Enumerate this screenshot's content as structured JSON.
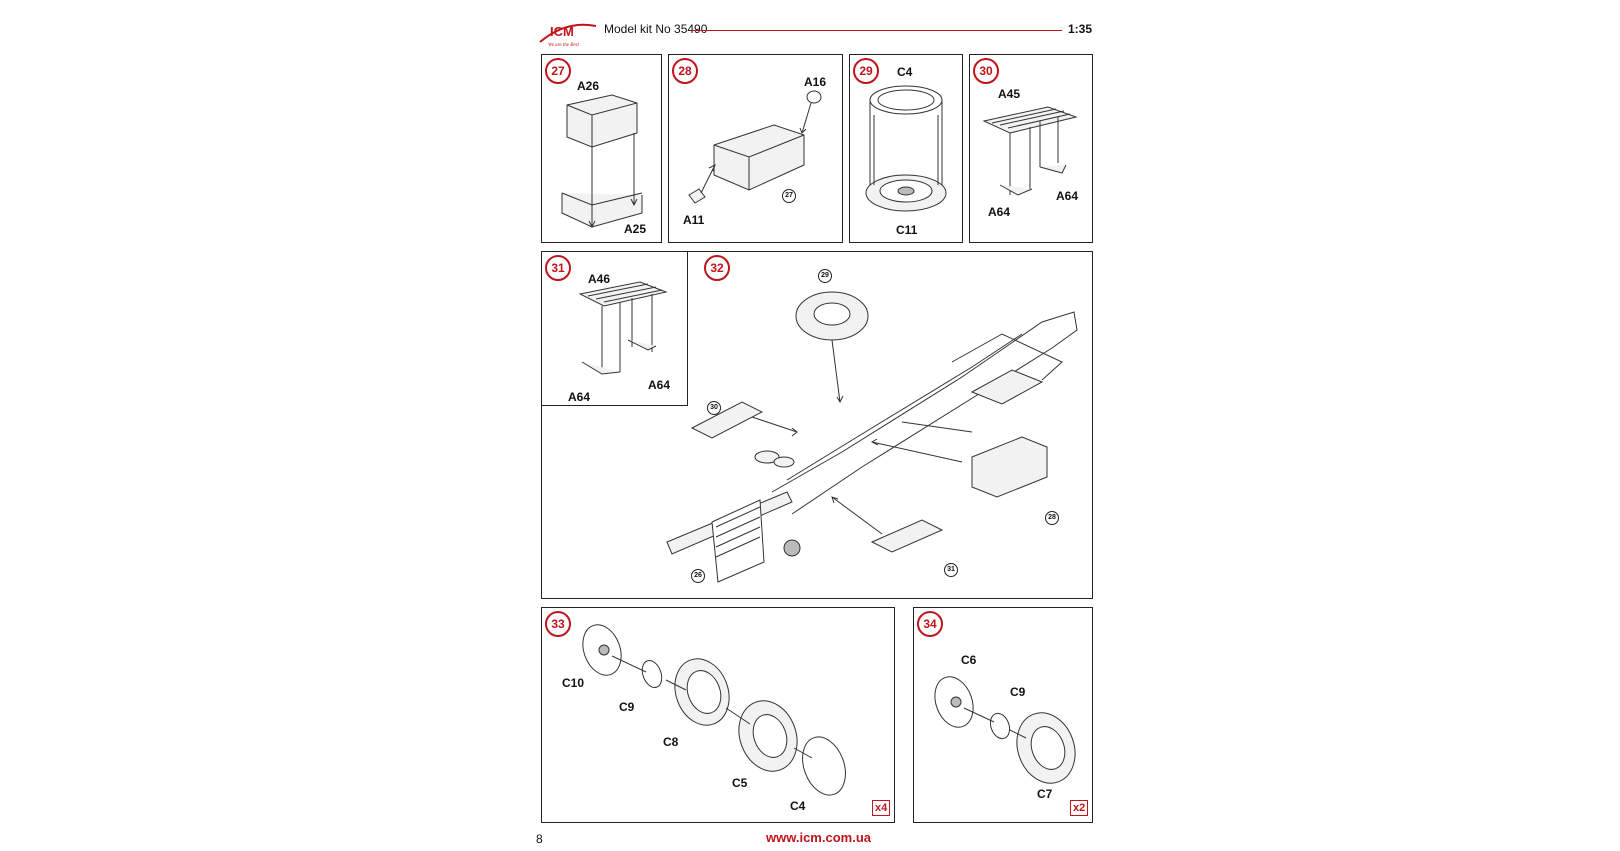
{
  "header": {
    "brand": "ICM",
    "tagline": "We are the Best",
    "model_kit": "Model kit No 35490",
    "scale": "1:35"
  },
  "steps": {
    "s27": {
      "number": "27",
      "parts": [
        "A26",
        "A25"
      ]
    },
    "s28": {
      "number": "28",
      "parts": [
        "A16",
        "A11"
      ],
      "ref": "27"
    },
    "s29": {
      "number": "29",
      "parts": [
        "C4",
        "C11"
      ]
    },
    "s30": {
      "number": "30",
      "parts": [
        "A45",
        "A64",
        "A64"
      ]
    },
    "s31": {
      "number": "31",
      "parts": [
        "A46",
        "A64",
        "A64"
      ]
    },
    "s32": {
      "number": "32",
      "refs": [
        "29",
        "30",
        "28",
        "31",
        "26"
      ]
    },
    "s33": {
      "number": "33",
      "parts": [
        "C10",
        "C9",
        "C8",
        "C5",
        "C4"
      ],
      "multiplier": "x4"
    },
    "s34": {
      "number": "34",
      "parts": [
        "C6",
        "C9",
        "C7"
      ],
      "multiplier": "x2"
    }
  },
  "footer": {
    "page_number": "8",
    "url": "www.icm.com.ua"
  },
  "colors": {
    "accent": "#c0141b",
    "line": "#222222"
  }
}
